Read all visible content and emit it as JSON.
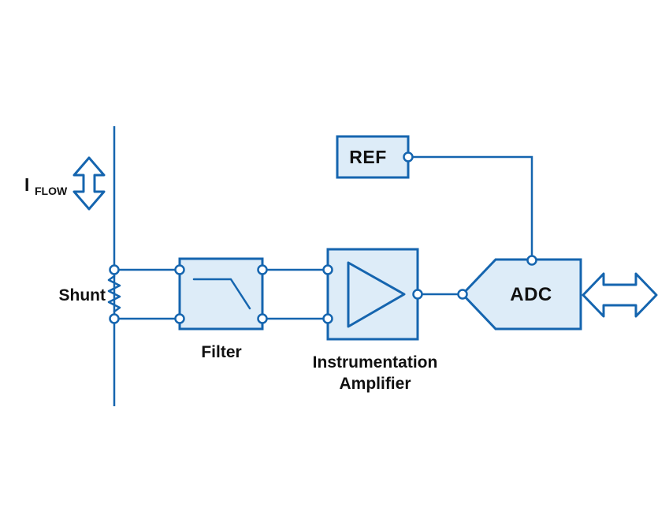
{
  "colors": {
    "line": "#1565af",
    "box_fill": "#ddecf8",
    "node_fill": "#ffffff",
    "text": "#111111",
    "background": "#ffffff"
  },
  "current_label": {
    "symbol": "I",
    "subscript": "FLOW"
  },
  "blocks": {
    "shunt": {
      "label": "Shunt"
    },
    "filter": {
      "label": "Filter"
    },
    "inamp": {
      "label_line1": "Instrumentation",
      "label_line2": "Amplifier"
    },
    "adc": {
      "label": "ADC"
    },
    "ref": {
      "label": "REF"
    }
  }
}
